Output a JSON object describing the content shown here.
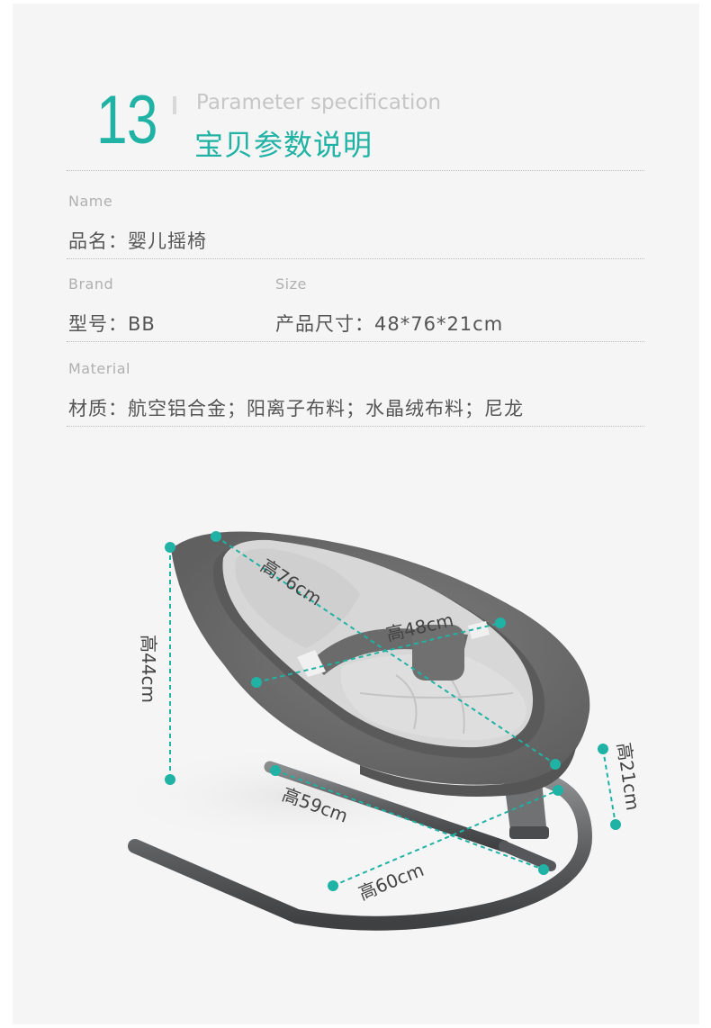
{
  "header": {
    "number": "13",
    "subtitle_en": "Parameter specification",
    "title_cn": "宝贝参数说明"
  },
  "specs": {
    "name": {
      "label": "Name",
      "value": "品名：婴儿摇椅"
    },
    "brand": {
      "label": "Brand",
      "value": "型号：BB"
    },
    "size": {
      "label": "Size",
      "value": "产品尺寸：48*76*21cm"
    },
    "material": {
      "label": "Material",
      "value": "材质：航空铝合金；阳离子布料；水晶绒布料；尼龙"
    }
  },
  "dimensions": {
    "height_seat": "高76cm",
    "width_seat": "高48cm",
    "height_total": "高44cm",
    "height_base": "高21cm",
    "base_length": "高59cm",
    "base_width": "高60cm"
  },
  "colors": {
    "accent": "#20b2a4",
    "fabric": "#6e6e6e",
    "cushion": "#d7d7d7",
    "frame": "#5c5e60"
  }
}
